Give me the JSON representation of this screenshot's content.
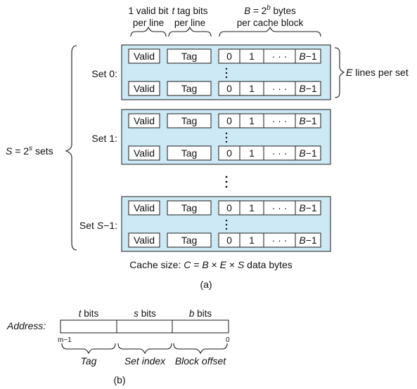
{
  "header": {
    "valid_top": "1 valid bit",
    "valid_bottom": "per line",
    "tag_top_var": "t",
    "tag_top_rest": " tag bits",
    "tag_bottom": "per line",
    "block_top_var": "B",
    "block_top_eq": " = 2",
    "block_top_exp": "b",
    "block_top_rest": " bytes",
    "block_bottom": "per cache block"
  },
  "cell_labels": {
    "valid": "Valid",
    "tag": "Tag",
    "byte0": "0",
    "byte1": "1",
    "dots": "· · ·",
    "last_var": "B",
    "last_rest": "−1"
  },
  "sets": [
    {
      "name_prefix": "Set 0",
      "name_var": "",
      "name_suffix": ":"
    },
    {
      "name_prefix": "Set 1",
      "name_var": "",
      "name_suffix": ":"
    },
    {
      "name_prefix": "Set ",
      "name_var": "S",
      "name_suffix": "−1:"
    }
  ],
  "lines_per_set": {
    "var": "E",
    "rest": " lines per set"
  },
  "num_sets": {
    "var": "S",
    "eq": " = 2",
    "exp": "s",
    "rest": " sets"
  },
  "cache_size": {
    "prefix": "Cache size:  ",
    "c": "C",
    "eq": " = ",
    "b": "B",
    "x1": " × ",
    "e": "E",
    "x2": " × ",
    "s": "S",
    "rest": " data bytes"
  },
  "caption_a": "(a)",
  "address": {
    "label": "Address:",
    "fields": [
      {
        "var": "t",
        "rest": " bits",
        "name": "Tag"
      },
      {
        "var": "s",
        "rest": " bits",
        "name": "Set index"
      },
      {
        "var": "b",
        "rest": " bits",
        "name": "Block offset"
      }
    ],
    "msb": "m−1",
    "lsb": "0"
  },
  "caption_b": "(b)"
}
